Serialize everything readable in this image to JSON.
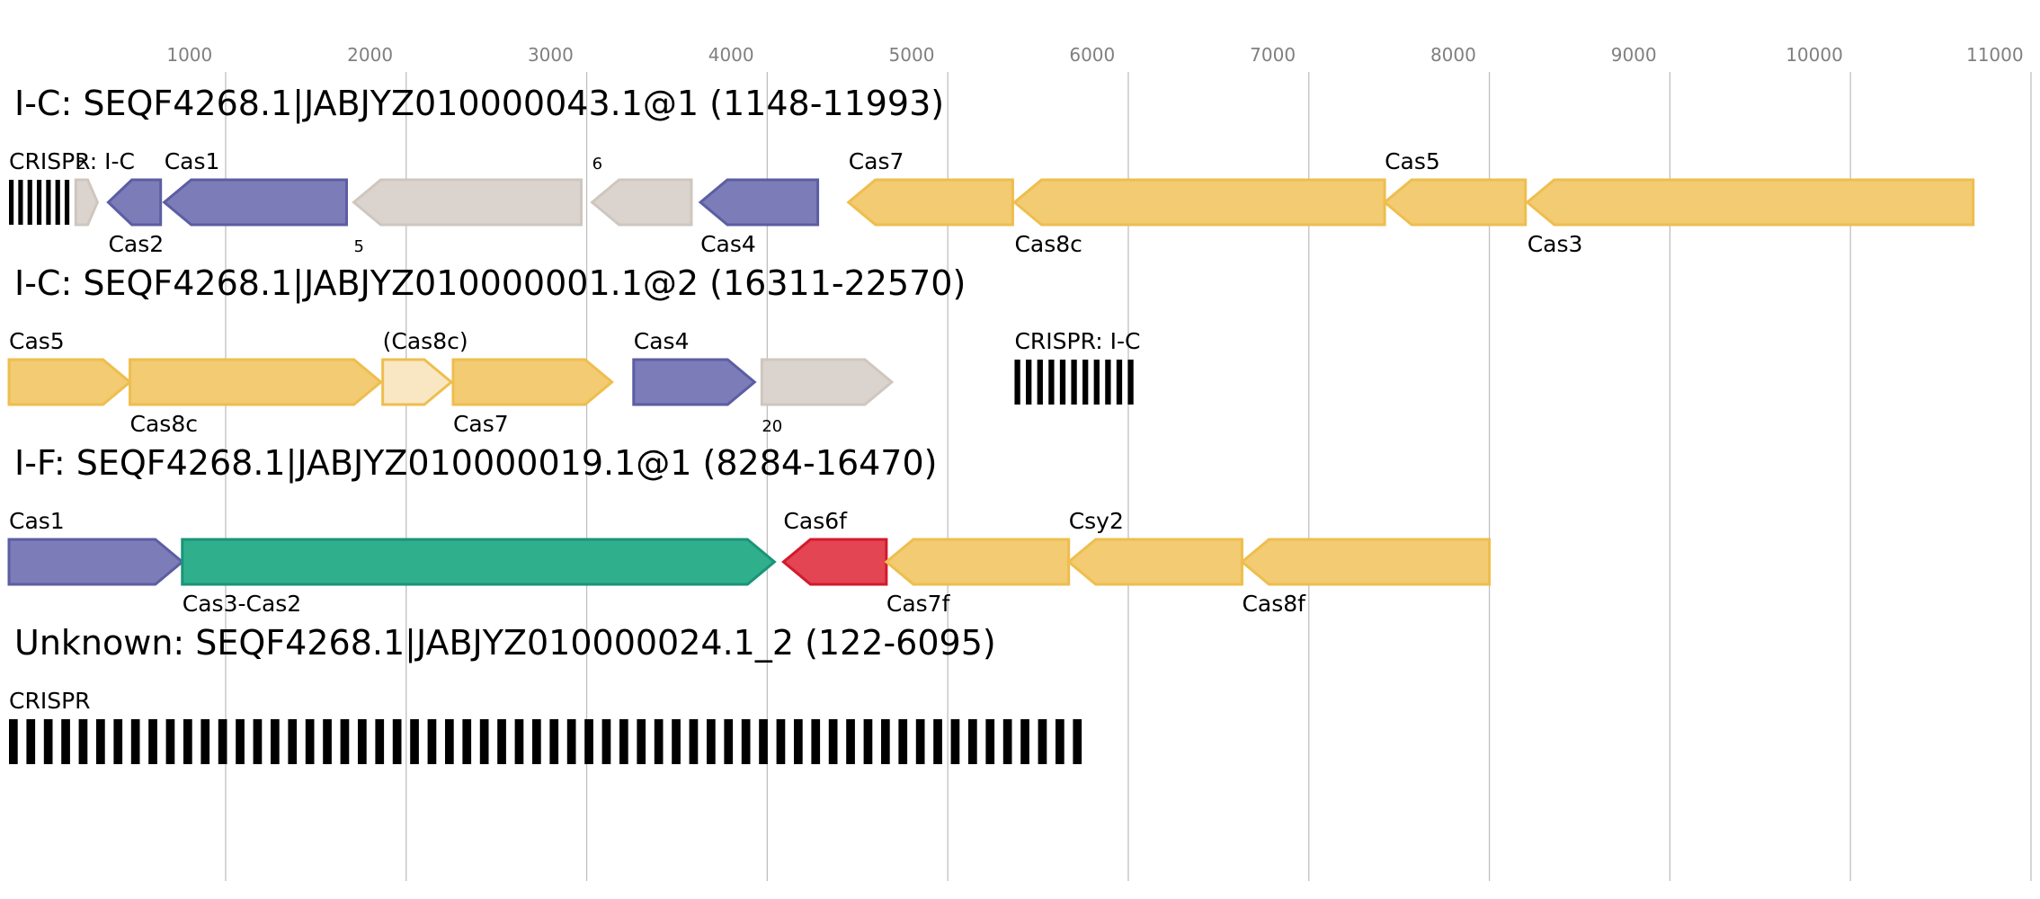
{
  "axis": {
    "ticks": [
      {
        "value": 1000,
        "label": "1000"
      },
      {
        "value": 2000,
        "label": "2000"
      },
      {
        "value": 3000,
        "label": "3000"
      },
      {
        "value": 4000,
        "label": "4000"
      },
      {
        "value": 5000,
        "label": "5000"
      },
      {
        "value": 6000,
        "label": "6000"
      },
      {
        "value": 7000,
        "label": "7000"
      },
      {
        "value": 8000,
        "label": "8000"
      },
      {
        "value": 9000,
        "label": "9000"
      },
      {
        "value": 10000,
        "label": "10000"
      },
      {
        "value": 11000,
        "label": "11000"
      }
    ],
    "grid_color": "#c0c0c0",
    "label_color": "#808080"
  },
  "colors": {
    "blue": {
      "fill": "#7b7cb8",
      "stroke": "#5c5ea3"
    },
    "gold": {
      "fill": "#f2cb72",
      "stroke": "#eebe4e"
    },
    "gold_light": {
      "fill": "#f9e7c4",
      "stroke": "#eebe4e"
    },
    "gray": {
      "fill": "#dbd4ce",
      "stroke": "#cfc6be"
    },
    "green": {
      "fill": "#2faf8c",
      "stroke": "#1a9479"
    },
    "red": {
      "fill": "#e34552",
      "stroke": "#d3192c"
    },
    "crispr": "#000000"
  },
  "loci": [
    {
      "title": "I-C: SEQF4268.1|JABJYZ010000043.1@1 (1148-11993)",
      "features": [
        {
          "kind": "crispr",
          "start": 0,
          "end": 360,
          "repeats": 7,
          "label": "CRISPR: I-C",
          "label_pos": "above"
        },
        {
          "kind": "gene",
          "start": 370,
          "end": 490,
          "strand": "+",
          "color": "gray",
          "label": "2",
          "label_pos": "above",
          "small": true
        },
        {
          "kind": "gene",
          "start": 550,
          "end": 840,
          "strand": "-",
          "color": "blue",
          "label": "Cas2",
          "label_pos": "below"
        },
        {
          "kind": "gene",
          "start": 860,
          "end": 1870,
          "strand": "-",
          "color": "blue",
          "label": "Cas1",
          "label_pos": "above"
        },
        {
          "kind": "gene",
          "start": 1910,
          "end": 3170,
          "strand": "-",
          "color": "gray",
          "label": "5",
          "label_pos": "below",
          "small": true
        },
        {
          "kind": "gene",
          "start": 3230,
          "end": 3780,
          "strand": "-",
          "color": "gray",
          "label": "6",
          "label_pos": "above",
          "small": true
        },
        {
          "kind": "gene",
          "start": 3830,
          "end": 4480,
          "strand": "-",
          "color": "blue",
          "label": "Cas4",
          "label_pos": "below"
        },
        {
          "kind": "gene",
          "start": 4650,
          "end": 5560,
          "strand": "-",
          "color": "gold",
          "label": "Cas7",
          "label_pos": "above"
        },
        {
          "kind": "gene",
          "start": 5570,
          "end": 7620,
          "strand": "-",
          "color": "gold",
          "label": "Cas8c",
          "label_pos": "below"
        },
        {
          "kind": "gene",
          "start": 7620,
          "end": 8400,
          "strand": "-",
          "color": "gold",
          "label": "Cas5",
          "label_pos": "above"
        },
        {
          "kind": "gene",
          "start": 8410,
          "end": 10880,
          "strand": "-",
          "color": "gold",
          "label": "Cas3",
          "label_pos": "below"
        }
      ]
    },
    {
      "title": "I-C: SEQF4268.1|JABJYZ010000001.1@2 (16311-22570)",
      "features": [
        {
          "kind": "gene",
          "start": 0,
          "end": 670,
          "strand": "+",
          "color": "gold",
          "label": "Cas5",
          "label_pos": "above"
        },
        {
          "kind": "gene",
          "start": 670,
          "end": 2060,
          "strand": "+",
          "color": "gold",
          "label": "Cas8c",
          "label_pos": "below"
        },
        {
          "kind": "gene",
          "start": 2070,
          "end": 2450,
          "strand": "+",
          "color": "gold_light",
          "label": "(Cas8c)",
          "label_pos": "above"
        },
        {
          "kind": "gene",
          "start": 2460,
          "end": 3340,
          "strand": "+",
          "color": "gold",
          "label": "Cas7",
          "label_pos": "below"
        },
        {
          "kind": "gene",
          "start": 3460,
          "end": 4130,
          "strand": "+",
          "color": "blue",
          "label": "Cas4",
          "label_pos": "above"
        },
        {
          "kind": "gene",
          "start": 4170,
          "end": 4890,
          "strand": "+",
          "color": "gray",
          "label": "20",
          "label_pos": "below",
          "small": true
        },
        {
          "kind": "crispr",
          "start": 5570,
          "end": 6260,
          "repeats": 11,
          "label": "CRISPR: I-C",
          "label_pos": "above"
        }
      ]
    },
    {
      "title": "I-F: SEQF4268.1|JABJYZ010000019.1@1 (8284-16470)",
      "features": [
        {
          "kind": "gene",
          "start": 0,
          "end": 960,
          "strand": "+",
          "color": "blue",
          "label": "Cas1",
          "label_pos": "above"
        },
        {
          "kind": "gene",
          "start": 960,
          "end": 4240,
          "strand": "+",
          "color": "green",
          "label": "Cas3-Cas2",
          "label_pos": "below"
        },
        {
          "kind": "gene",
          "start": 4290,
          "end": 4860,
          "strand": "-",
          "color": "red",
          "label": "Cas6f",
          "label_pos": "above"
        },
        {
          "kind": "gene",
          "start": 4860,
          "end": 5870,
          "strand": "-",
          "color": "gold",
          "label": "Cas7f",
          "label_pos": "below"
        },
        {
          "kind": "gene",
          "start": 5870,
          "end": 6830,
          "strand": "-",
          "color": "gold",
          "label": "Csy2",
          "label_pos": "above"
        },
        {
          "kind": "gene",
          "start": 6830,
          "end": 8200,
          "strand": "-",
          "color": "gold",
          "label": "Cas8f",
          "label_pos": "below"
        }
      ]
    },
    {
      "title": "Unknown: SEQF4268.1|JABJYZ010000024.1_2 (122-6095)",
      "features": [
        {
          "kind": "crispr",
          "start": 0,
          "end": 5990,
          "repeats": 62,
          "label": "CRISPR",
          "label_pos": "above"
        }
      ]
    }
  ]
}
